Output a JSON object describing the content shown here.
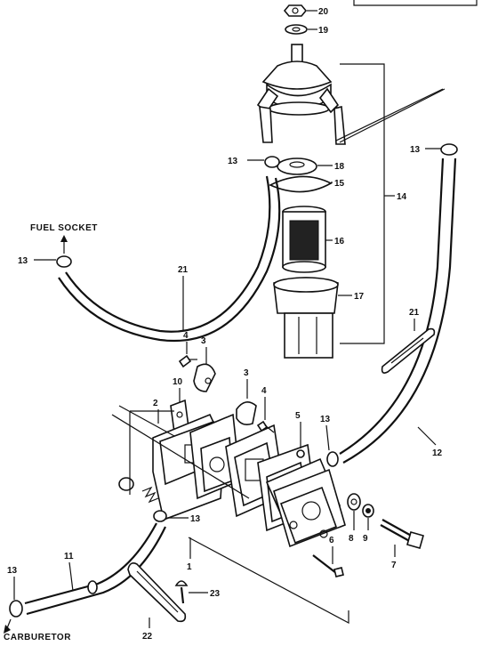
{
  "labels": {
    "fuel_socket": "FUEL SOCKET",
    "carburetor": "CARBURETOR",
    "n20": "20",
    "n19": "19",
    "n18": "18",
    "n15": "15",
    "n14": "14",
    "n16": "16",
    "n17": "17",
    "n13a": "13",
    "n13b": "13",
    "n13c": "13",
    "n13d": "13",
    "n13e": "13",
    "n13f": "13",
    "n21a": "21",
    "n21b": "21",
    "n12": "12",
    "n4a": "4",
    "n3a": "3",
    "n10": "10",
    "n2": "2",
    "n3b": "3",
    "n4b": "4",
    "n5": "5",
    "n6": "6",
    "n8": "8",
    "n9": "9",
    "n7": "7",
    "n1": "1",
    "n11": "11",
    "n22": "22",
    "n23": "23"
  }
}
